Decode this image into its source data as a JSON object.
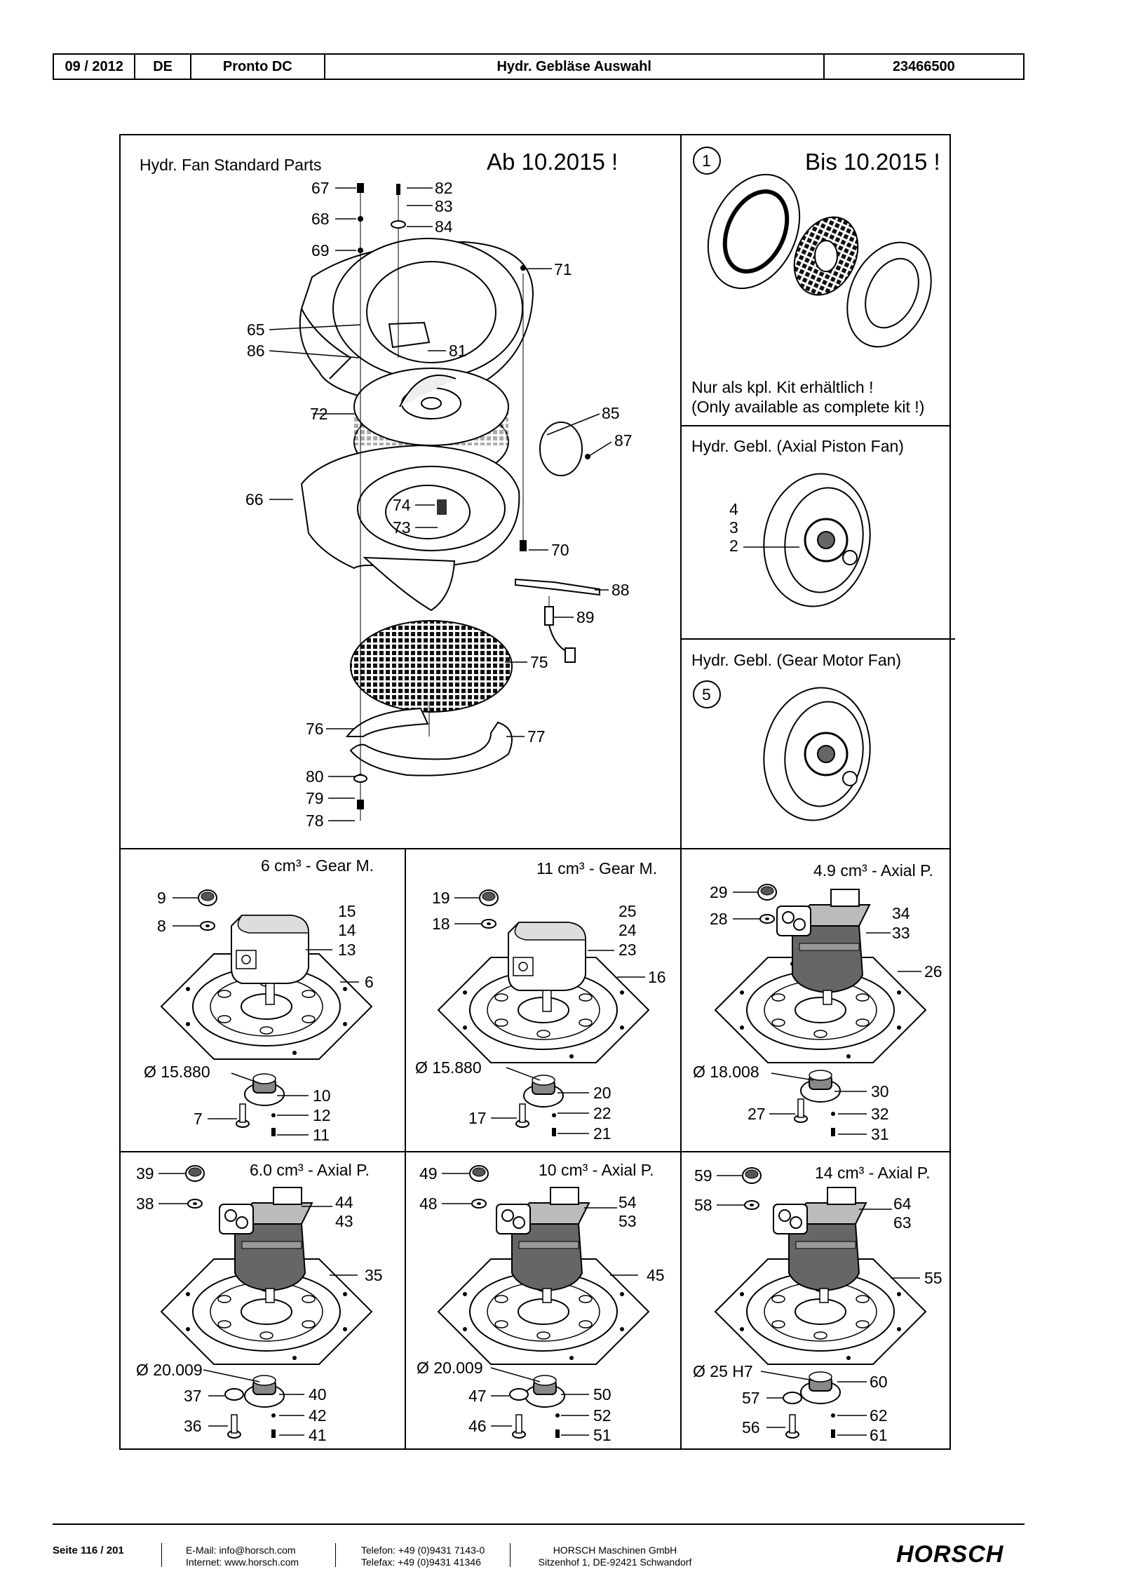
{
  "header": {
    "date": "09 / 2012",
    "lang": "DE",
    "model": "Pronto DC",
    "title": "Hydr. Gebläse Auswahl",
    "doc_no": "23466500"
  },
  "main_panel": {
    "title": "Hydr. Fan Standard Parts",
    "valid_from": "Ab 10.2015 !"
  },
  "kit_panel": {
    "callout": "1",
    "valid_until": "Bis 10.2015 !",
    "note_de": "Nur als kpl. Kit erhältlich !",
    "note_en": "(Only available as complete kit !)"
  },
  "axial_piston_panel": {
    "title": "Hydr. Gebl. (Axial Piston Fan)"
  },
  "gear_motor_panel": {
    "title": "Hydr. Gebl. (Gear Motor Fan)",
    "callout": "5"
  },
  "labels": {
    "l67": "67",
    "l68": "68",
    "l69": "69",
    "l65": "65",
    "l86": "86",
    "l72": "72",
    "l66": "66",
    "l76": "76",
    "l80": "80",
    "l79": "79",
    "l78": "78",
    "l82": "82",
    "l83": "83",
    "l84": "84",
    "l71": "71",
    "l81": "81",
    "l85": "85",
    "l87": "87",
    "l74": "74",
    "l73": "73",
    "l70": "70",
    "l88": "88",
    "l89": "89",
    "l75": "75",
    "l77": "77",
    "l4": "4",
    "l3": "3",
    "l2": "2"
  },
  "motors": [
    {
      "title": "6 cm³ - Gear M.",
      "dia": "Ø 15.880",
      "p": [
        "9",
        "8",
        "15",
        "14",
        "13",
        "6",
        "10",
        "12",
        "7",
        "11"
      ]
    },
    {
      "title": "11 cm³ - Gear M.",
      "dia": "Ø 15.880",
      "p": [
        "19",
        "18",
        "25",
        "24",
        "23",
        "16",
        "20",
        "22",
        "17",
        "21"
      ]
    },
    {
      "title": "4.9 cm³ - Axial P.",
      "dia": "Ø 18.008",
      "p": [
        "29",
        "28",
        "34",
        "33",
        "26",
        "30",
        "32",
        "27",
        "31"
      ]
    },
    {
      "title": "6.0 cm³ - Axial P.",
      "dia": "Ø 20.009",
      "p": [
        "39",
        "38",
        "44",
        "43",
        "35",
        "40",
        "37",
        "42",
        "36",
        "41"
      ]
    },
    {
      "title": "10 cm³ - Axial P.",
      "dia": "Ø 20.009",
      "p": [
        "49",
        "48",
        "54",
        "53",
        "45",
        "50",
        "47",
        "52",
        "46",
        "51"
      ]
    },
    {
      "title": "14 cm³ - Axial P.",
      "dia": "Ø 25 H7",
      "p": [
        "59",
        "58",
        "64",
        "63",
        "55",
        "60",
        "57",
        "62",
        "56",
        "61"
      ]
    }
  ],
  "footer": {
    "page": "Seite 116 / 201",
    "email": "E-Mail: info@horsch.com",
    "internet": "Internet: www.horsch.com",
    "phone": "Telefon: +49 (0)9431 7143-0",
    "fax": "Telefax: +49 (0)9431 41346",
    "company": "HORSCH Maschinen GmbH",
    "address": "Sitzenhof 1, DE-92421 Schwandorf",
    "logo": "HORSCH"
  }
}
